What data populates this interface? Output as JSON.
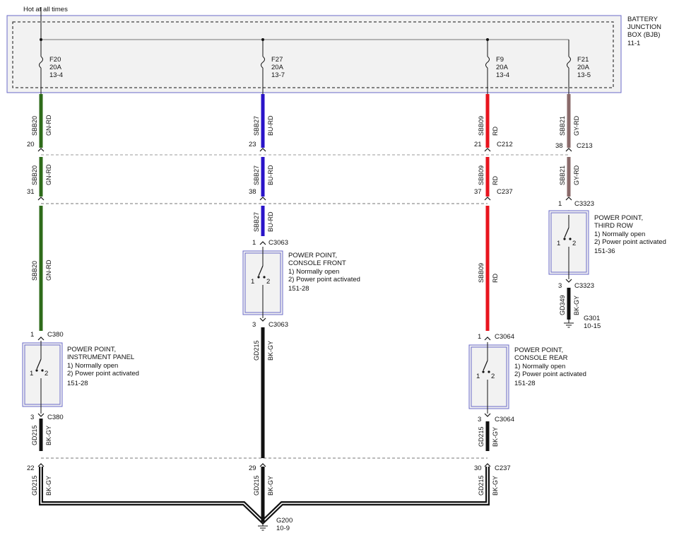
{
  "header": {
    "hot_label": "Hot at all times"
  },
  "bjb": {
    "line1": "BATTERY",
    "line2": "JUNCTION",
    "line3": "BOX (BJB)",
    "ref": "11-1"
  },
  "colors": {
    "GN-RD": "#2e6b1a",
    "BU-RD": "#2a14c8",
    "RD": "#e8141e",
    "GY-RD": "#8a6a6a",
    "BK-GY": "#111111",
    "box_border": "#6a6ac8"
  },
  "fuses": [
    {
      "name": "F20",
      "rating": "20A",
      "ref": "13-4"
    },
    {
      "name": "F27",
      "rating": "20A",
      "ref": "13-7"
    },
    {
      "name": "F9",
      "rating": "20A",
      "ref": "13-4"
    },
    {
      "name": "F21",
      "rating": "20A",
      "ref": "13-5"
    }
  ],
  "wire_labels": [
    {
      "circuit": "SBB20",
      "color": "GN-RD"
    },
    {
      "circuit": "SBB20",
      "color": "GN-RD"
    },
    {
      "circuit": "SBB20",
      "color": "GN-RD"
    },
    {
      "circuit": "GD215",
      "color": "BK-GY"
    },
    {
      "circuit": "GD215",
      "color": "BK-GY"
    },
    {
      "circuit": "SBB27",
      "color": "BU-RD"
    },
    {
      "circuit": "SBB27",
      "color": "BU-RD"
    },
    {
      "circuit": "SBB27",
      "color": "BU-RD"
    },
    {
      "circuit": "GD215",
      "color": "BK-GY"
    },
    {
      "circuit": "GD215",
      "color": "BK-GY"
    },
    {
      "circuit": "SBB09",
      "color": "RD"
    },
    {
      "circuit": "SBB09",
      "color": "RD"
    },
    {
      "circuit": "SBB09",
      "color": "RD"
    },
    {
      "circuit": "GD215",
      "color": "BK-GY"
    },
    {
      "circuit": "GD215",
      "color": "BK-GY"
    },
    {
      "circuit": "SBB21",
      "color": "GY-RD"
    },
    {
      "circuit": "SBB21",
      "color": "GY-RD"
    },
    {
      "circuit": "GD349",
      "color": "BK-GY"
    }
  ],
  "pins": [
    {
      "pin": "20",
      "connector": ""
    },
    {
      "pin": "31",
      "connector": ""
    },
    {
      "pin": "1",
      "connector": "C380"
    },
    {
      "pin": "3",
      "connector": "C380"
    },
    {
      "pin": "22",
      "connector": ""
    },
    {
      "pin": "23",
      "connector": ""
    },
    {
      "pin": "38",
      "connector": ""
    },
    {
      "pin": "1",
      "connector": "C3063"
    },
    {
      "pin": "3",
      "connector": "C3063"
    },
    {
      "pin": "29",
      "connector": ""
    },
    {
      "pin": "21",
      "connector": "C212"
    },
    {
      "pin": "37",
      "connector": "C237"
    },
    {
      "pin": "1",
      "connector": "C3064"
    },
    {
      "pin": "3",
      "connector": "C3064"
    },
    {
      "pin": "30",
      "connector": "C237"
    },
    {
      "pin": "38",
      "connector": "C213"
    },
    {
      "pin": "1",
      "connector": "C3323"
    },
    {
      "pin": "3",
      "connector": "C3323"
    }
  ],
  "components": [
    {
      "title1": "POWER POINT,",
      "title2": "INSTRUMENT PANEL",
      "state1": "1) Normally open",
      "state2": "2) Power point activated",
      "ref": "151-28",
      "pin_a": "1",
      "pin_b": "2"
    },
    {
      "title1": "POWER POINT,",
      "title2": "CONSOLE FRONT",
      "state1": "1) Normally open",
      "state2": "2) Power point activated",
      "ref": "151-28",
      "pin_a": "1",
      "pin_b": "2"
    },
    {
      "title1": "POWER POINT,",
      "title2": "CONSOLE REAR",
      "state1": "1) Normally open",
      "state2": "2) Power point activated",
      "ref": "151-28",
      "pin_a": "1",
      "pin_b": "2"
    },
    {
      "title1": "POWER POINT,",
      "title2": "THIRD ROW",
      "state1": "1) Normally open",
      "state2": "2) Power point activated",
      "ref": "151-36",
      "pin_a": "1",
      "pin_b": "2"
    }
  ],
  "grounds": [
    {
      "name": "G200",
      "ref": "10-9"
    },
    {
      "name": "G301",
      "ref": "10-15"
    }
  ]
}
